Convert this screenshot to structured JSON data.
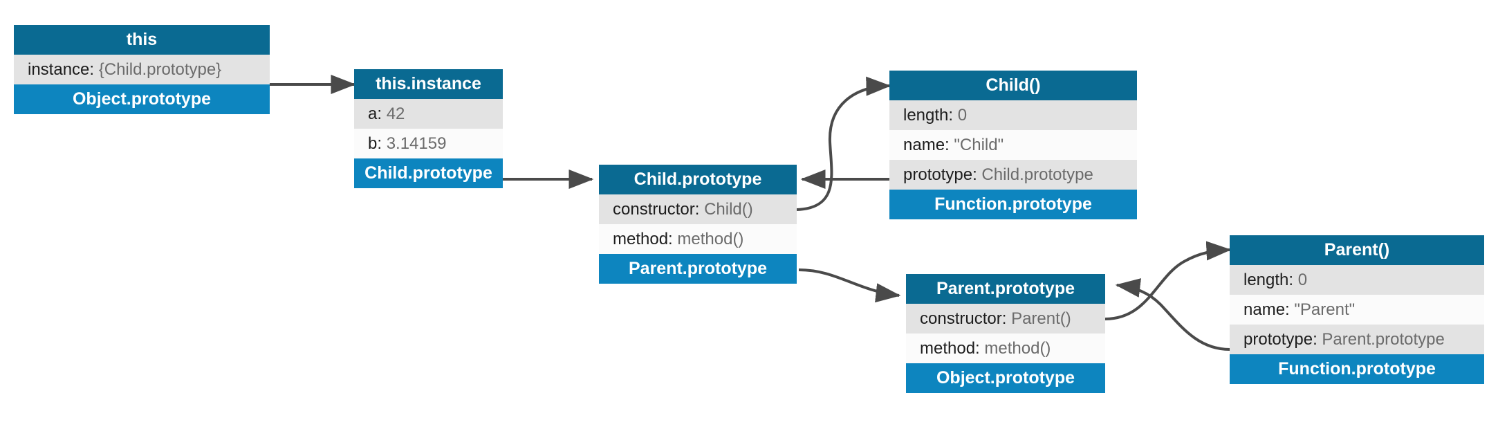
{
  "diagram": {
    "title": "JavaScript prototype chain diagram",
    "colors": {
      "header_blue": "#0a6a92",
      "proto_blue": "#0d85bf",
      "row_gray": "#e3e3e3",
      "row_white": "#fbfbfb",
      "key_text": "#1d1d1d",
      "value_text": "#6b6b6b",
      "arrow": "#4a4a4a"
    },
    "nodes": [
      {
        "id": "this",
        "header": "this",
        "rows": [
          {
            "key": "instance:",
            "value": "{Child.prototype}"
          }
        ],
        "proto": "Object.prototype"
      },
      {
        "id": "this-instance",
        "header": "this.instance",
        "rows": [
          {
            "key": "a:",
            "value": "42"
          },
          {
            "key": "b:",
            "value": "3.14159"
          }
        ],
        "proto": "Child.prototype"
      },
      {
        "id": "child-prototype",
        "header": "Child.prototype",
        "rows": [
          {
            "key": "constructor:",
            "value": "Child()"
          },
          {
            "key": "method:",
            "value": "method()"
          }
        ],
        "proto": "Parent.prototype"
      },
      {
        "id": "child-fn",
        "header": "Child()",
        "rows": [
          {
            "key": "length:",
            "value": "0"
          },
          {
            "key": "name:",
            "value": "\"Child\""
          },
          {
            "key": "prototype:",
            "value": "Child.prototype"
          }
        ],
        "proto": "Function.prototype"
      },
      {
        "id": "parent-prototype",
        "header": "Parent.prototype",
        "rows": [
          {
            "key": "constructor:",
            "value": "Parent()"
          },
          {
            "key": "method:",
            "value": "method()"
          }
        ],
        "proto": "Object.prototype"
      },
      {
        "id": "parent-fn",
        "header": "Parent()",
        "rows": [
          {
            "key": "length:",
            "value": "0"
          },
          {
            "key": "name:",
            "value": "\"Parent\""
          },
          {
            "key": "prototype:",
            "value": "Parent.prototype"
          }
        ],
        "proto": "Function.prototype"
      }
    ]
  }
}
